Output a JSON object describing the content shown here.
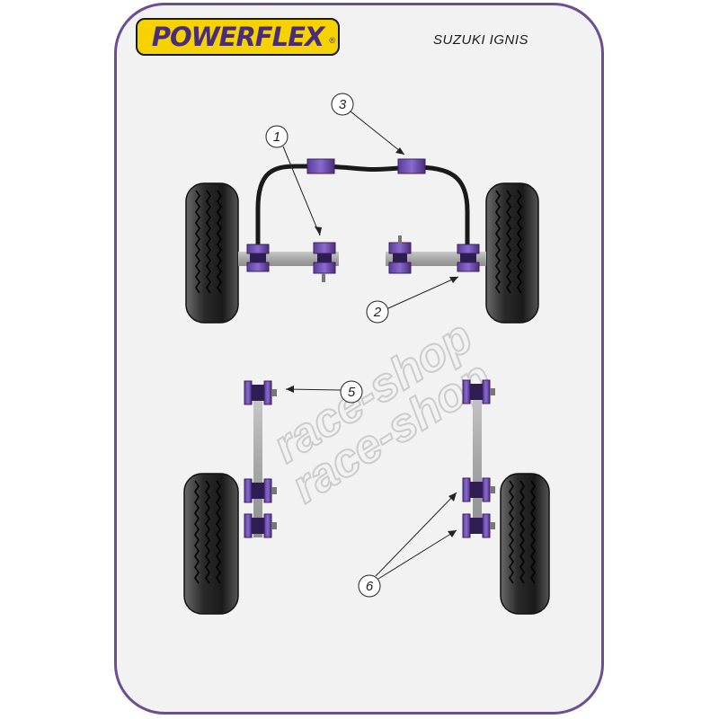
{
  "brand": {
    "logo_text": "POWERFLEX",
    "reg_mark": "®"
  },
  "vehicle": {
    "model": "SUZUKI IGNIS"
  },
  "callouts": [
    {
      "id": "1",
      "label": "1"
    },
    {
      "id": "2",
      "label": "2"
    },
    {
      "id": "3",
      "label": "3"
    },
    {
      "id": "5",
      "label": "5"
    },
    {
      "id": "6",
      "label": "6"
    }
  ],
  "watermark": {
    "text": "race-shop"
  },
  "colors": {
    "frame": "#6b4f8e",
    "background": "#f2f2f2",
    "bush": "#7a5cc0",
    "bush_dark": "#4a2d7a",
    "tyre": "#2a2a2a",
    "logo_yellow": "#f6d200"
  }
}
